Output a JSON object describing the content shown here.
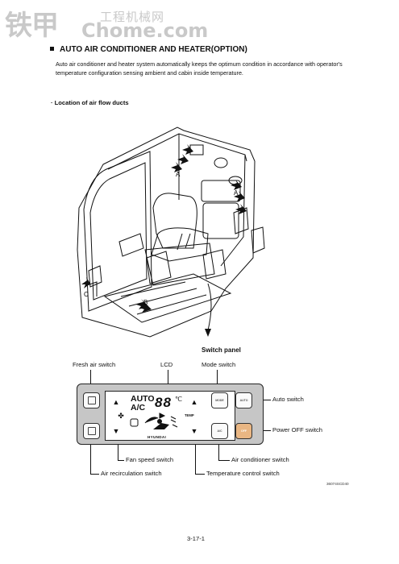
{
  "watermark": {
    "big": "铁甲",
    "small": "工程机械网",
    "url": "Chome.com"
  },
  "section": {
    "title": "AUTO AIR CONDITIONER AND HEATER(OPTION)",
    "description": "Auto air conditioner and heater system automatically keeps the optimum condition in accordance with operator's temperature configuration sensing ambient and cabin inside temperature.",
    "subheading": "· Location of air flow ducts"
  },
  "cab_figure": {
    "letters": [
      "A",
      "A",
      "B",
      "C"
    ]
  },
  "switch_panel": {
    "title": "Switch panel",
    "lcd": {
      "line1": "AUTO",
      "line2": "A/C",
      "digits": "88",
      "unit": "℃"
    },
    "buttons": {
      "mode": "MODE",
      "auto": "AUTO",
      "ac": "A/C",
      "off": "OFF",
      "temp": "TEMP"
    },
    "brand": "HYUNDAI",
    "labels": {
      "fresh_air": "Fresh air switch",
      "lcd": "LCD",
      "mode": "Mode switch",
      "auto": "Auto switch",
      "power_off": "Power OFF switch",
      "air_conditioner": "Air conditioner switch",
      "fan_speed": "Fan speed switch",
      "recirculation": "Air recirculation switch",
      "temperature": "Temperature control switch"
    }
  },
  "figure_code": "36074SCD40",
  "page_number": "3-17-1"
}
